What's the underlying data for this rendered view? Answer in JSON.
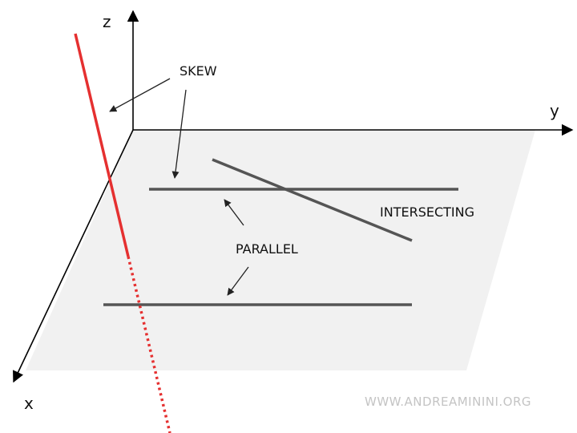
{
  "axes": {
    "x_label": "x",
    "y_label": "y",
    "z_label": "z"
  },
  "labels": {
    "skew": "SKEW",
    "intersecting": "INTERSECTING",
    "parallel": "PARALLEL"
  },
  "watermark": "WWW.ANDREAMININI.ORG",
  "colors": {
    "plane": "#f1f1f1",
    "lines": "#555555",
    "skew_line": "#e53030",
    "axes": "#000000",
    "watermark": "#c4c4c4"
  }
}
